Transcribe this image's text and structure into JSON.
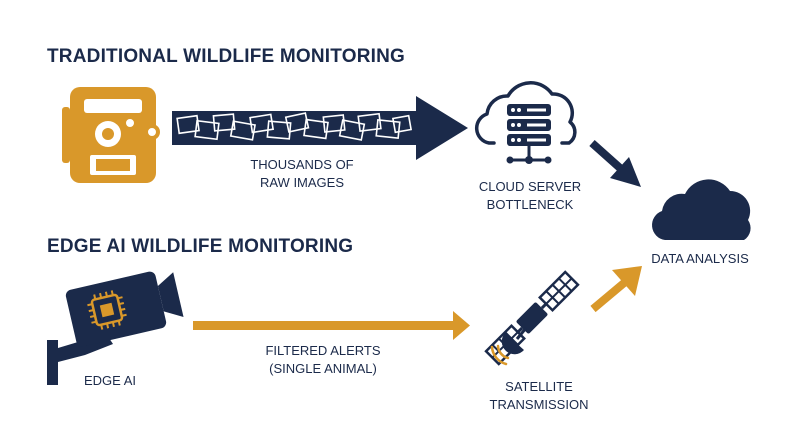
{
  "sections": {
    "traditional_title": "TRADITIONAL WILDLIFE MONITORING",
    "edge_title": "EDGE AI WILDLIFE MONITORING"
  },
  "labels": {
    "raw_images": [
      "THOUSANDS OF",
      "RAW IMAGES"
    ],
    "cloud_server": [
      "CLOUD SERVER",
      "BOTTLENECK"
    ],
    "data_analysis": "DATA ANALYSIS",
    "filtered_alerts": [
      "FILTERED ALERTS",
      "(SINGLE ANIMAL)"
    ],
    "edge_ai": "EDGE AI",
    "satellite": [
      "SATELLITE",
      "TRANSMISSION"
    ]
  },
  "colors": {
    "navy": "#1b2a4a",
    "gold": "#d9982a",
    "white": "#ffffff"
  },
  "icons": [
    "trail-camera-icon",
    "cloud-server-icon",
    "cloud-icon",
    "edge-ai-camera-icon",
    "satellite-icon"
  ]
}
